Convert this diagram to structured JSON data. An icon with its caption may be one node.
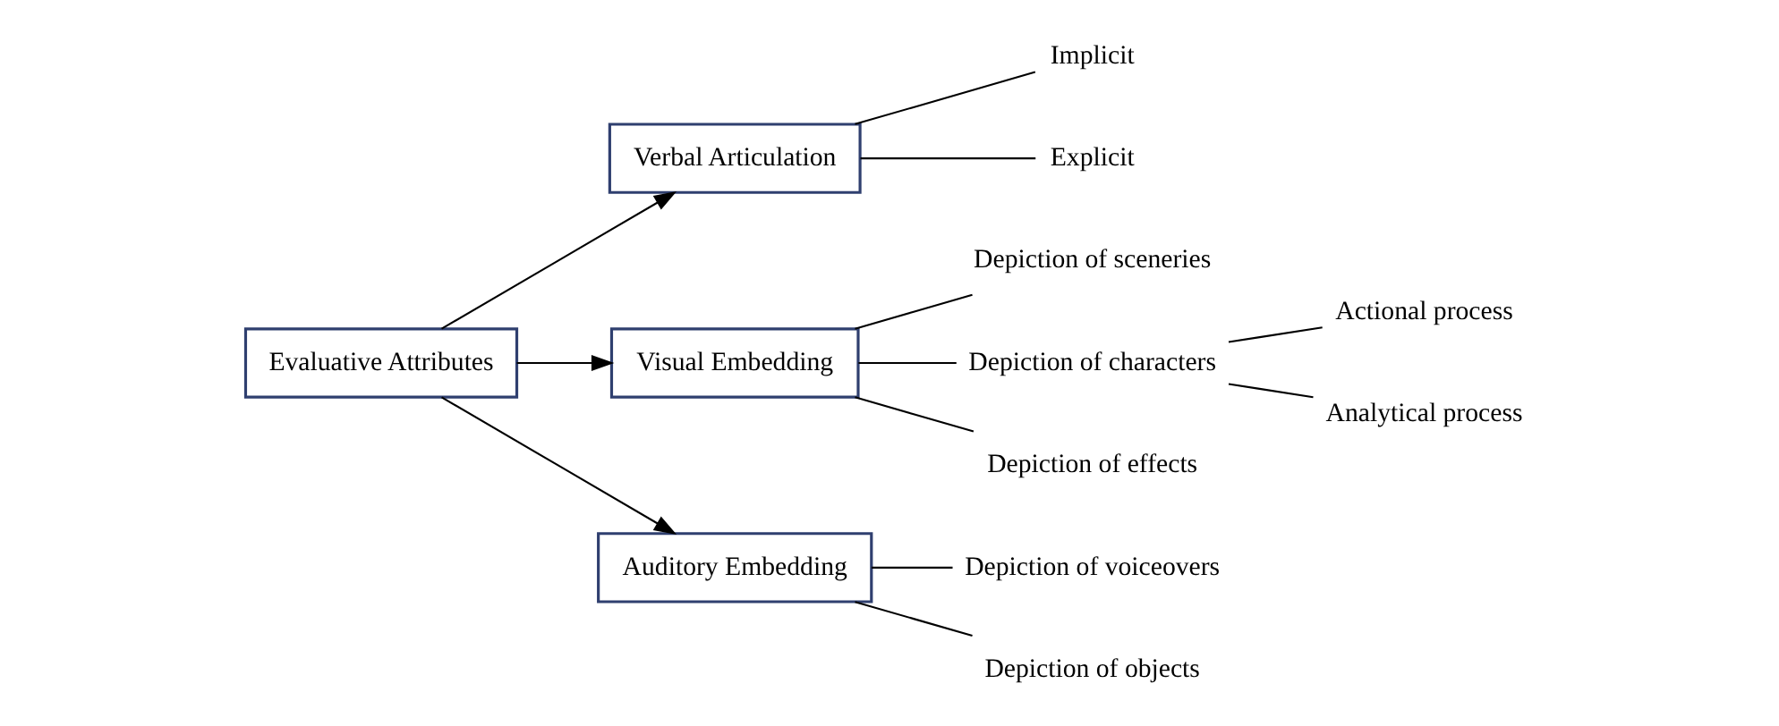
{
  "diagram": {
    "nodes": [
      {
        "text": [
          "Evaluative Attributes"
        ]
      },
      {
        "text": [
          "Verbal Articulation"
        ]
      },
      {
        "text": [
          "Visual Embedding"
        ]
      },
      {
        "text": [
          "Auditory Embedding"
        ]
      },
      {
        "text": [
          "Implicit"
        ]
      },
      {
        "text": [
          "Explicit"
        ]
      },
      {
        "text": [
          "Depiction of sceneries"
        ]
      },
      {
        "text": [
          "Depiction of characters"
        ]
      },
      {
        "text": [
          "Depiction of effects"
        ]
      },
      {
        "text": [
          "Actional process"
        ]
      },
      {
        "text": [
          "Analytical process"
        ]
      },
      {
        "text": [
          "Depiction of voiceovers"
        ]
      },
      {
        "text": [
          "Depiction of objects"
        ]
      }
    ],
    "edges": [
      {
        "from": 0,
        "to": 1,
        "arrow": "to"
      },
      {
        "from": 0,
        "to": 2,
        "arrow": "to"
      },
      {
        "from": 0,
        "to": 3,
        "arrow": "to"
      },
      {
        "from": 1,
        "to": 4,
        "arrow": "none"
      },
      {
        "from": 1,
        "to": 5,
        "arrow": "none"
      },
      {
        "from": 2,
        "to": 6,
        "arrow": "none"
      },
      {
        "from": 2,
        "to": 7,
        "arrow": "none"
      },
      {
        "from": 2,
        "to": 8,
        "arrow": "none"
      },
      {
        "from": 7,
        "to": 9,
        "arrow": "none"
      },
      {
        "from": 7,
        "to": 10,
        "arrow": "none"
      },
      {
        "from": 3,
        "to": 11,
        "arrow": "none"
      },
      {
        "from": 3,
        "to": 12,
        "arrow": "none"
      }
    ]
  }
}
